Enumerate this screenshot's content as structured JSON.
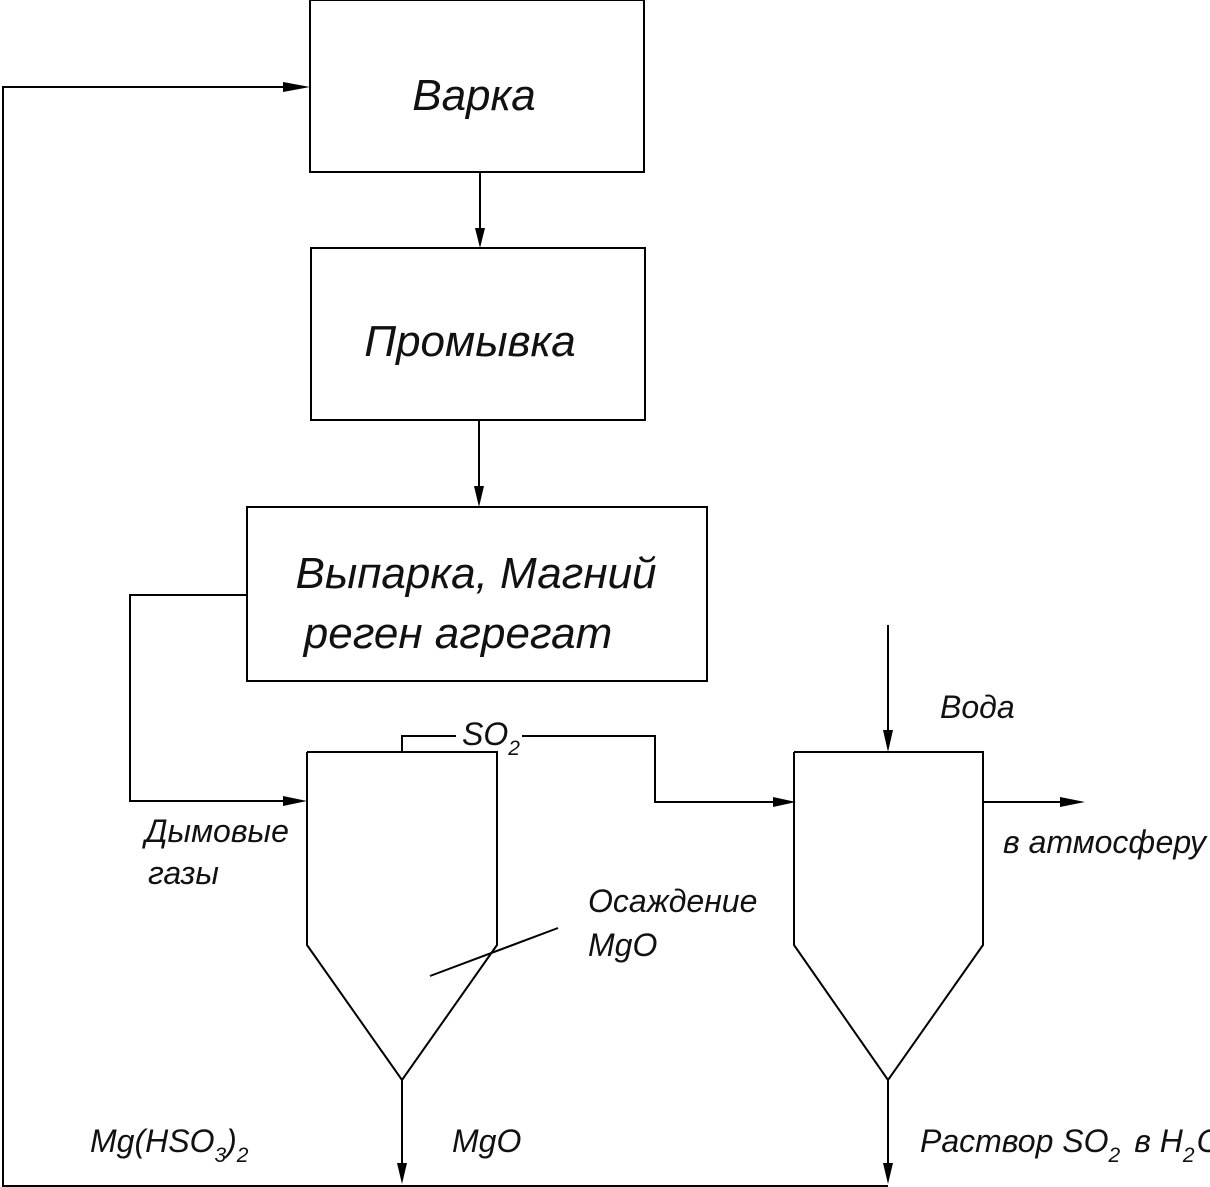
{
  "blocks": {
    "cooking": "Варка",
    "washing": "Промывка",
    "evaporation_line1": "Выпарка, Магний",
    "evaporation_line2": "реген агрегат"
  },
  "labels": {
    "so2": "SO",
    "so2_sub": "2",
    "water": "Вода",
    "to_atmosphere": "в атмосферу",
    "flue_gases_line1": "Дымовые",
    "flue_gases_line2": "газы",
    "precipitation_line1": "Осаждение",
    "precipitation_line2": "MgO",
    "mgo_output": "MgO",
    "bisulfite_main": "Mg(HSO",
    "bisulfite_sub": "3",
    "bisulfite_close": ")",
    "bisulfite_sub2": "2",
    "solution_part1": "Раствор SO",
    "solution_sub1": "2",
    "solution_part2": "в H",
    "solution_sub2": "2",
    "solution_part3": "O"
  }
}
